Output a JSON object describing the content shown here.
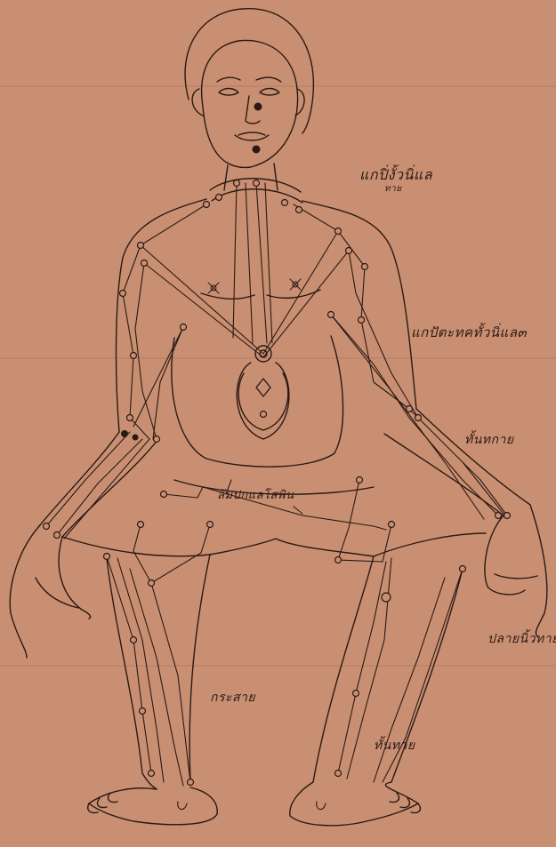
{
  "annotations": {
    "head_channels": "แกปิ่งั้วนิ่แล",
    "head_channels_sub": "ทาย",
    "torso_channels": "แกปัตะทคทั้วนิ่แล๓",
    "arm_channel": "ทั้นทกาย",
    "hip_channel": "ล้มปกแลโสพิน",
    "hand_channel": "ปลายนิ้วทาย",
    "left_leg_channel": "กระสาย",
    "right_leg_channel": "ทั้นทาย"
  },
  "colors": {
    "paper": "#c98f72",
    "ink": "#2a1a14"
  }
}
